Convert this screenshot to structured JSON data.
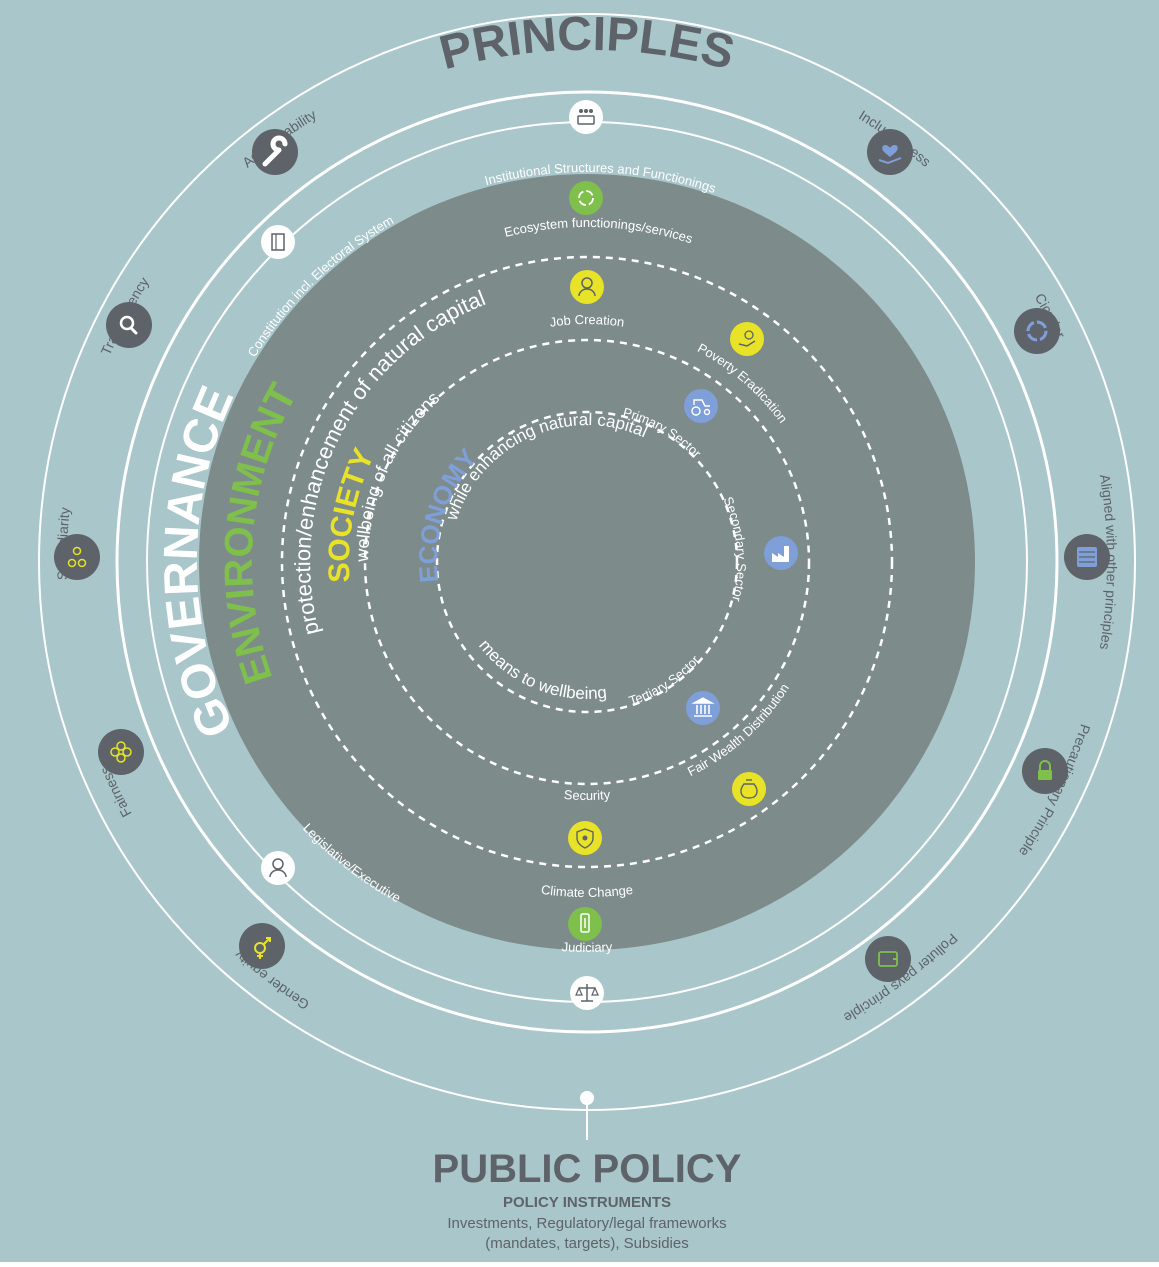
{
  "colors": {
    "background": "#a9c6cb",
    "outer_ring": "#a9c6cb",
    "core": "#7e8b8b",
    "ring_line": "#ffffff",
    "text_grey": "#5d6368",
    "environment_green": "#7fbf4c",
    "society_yellow": "#e8e327",
    "economy_blue": "#7f9fd8",
    "icon_dark": "#5d6368"
  },
  "titles": {
    "principles": "PRINCIPLES",
    "governance": "GOVERNANCE",
    "public_policy": "PUBLIC POLICY",
    "policy_instruments": "POLICY INSTRUMENTS",
    "policy_line1": "Investments, Regulatory/legal frameworks",
    "policy_line2": "(mandates, targets), Subsidies"
  },
  "spheres": {
    "environment": {
      "title": "ENVIRONMENT",
      "subtitle": "protection/enhancement of natural capital"
    },
    "society": {
      "title": "SOCIETY",
      "subtitle": "wellbeing of all citizens"
    },
    "economy": {
      "title": "ECONOMY",
      "subtitle_top": "while enhancing natural capital",
      "subtitle_bottom": "means to wellbeing"
    }
  },
  "principles": [
    {
      "label": "Accountability",
      "icon": "wrench-icon"
    },
    {
      "label": "Inclusiveness",
      "icon": "heart-hand-icon"
    },
    {
      "label": "Transparency",
      "icon": "magnifier-icon"
    },
    {
      "label": "Cicrular",
      "icon": "cycle-icon"
    },
    {
      "label": "Subsidiarity",
      "icon": "hierarchy-icon"
    },
    {
      "label": "Aligned with other principles",
      "icon": "stack-icon"
    },
    {
      "label": "Fairness",
      "icon": "flower-icon"
    },
    {
      "label": "Precautionary Principle",
      "icon": "lock-icon"
    },
    {
      "label": "Gender equity",
      "icon": "gender-icon"
    },
    {
      "label": "Polluter pays principle",
      "icon": "wallet-icon"
    }
  ],
  "governance_items": [
    {
      "label": "Institutional Structures and Functionings",
      "icon": "institution-icon"
    },
    {
      "label": "Constitution incl. Electoral System",
      "icon": "book-icon"
    },
    {
      "label": "Legislative/Executive",
      "icon": "person-icon"
    },
    {
      "label": "Judiciary",
      "icon": "scales-icon"
    }
  ],
  "environment_items": [
    {
      "label": "Ecosystem functionings/services",
      "icon": "eco-cycle-icon"
    },
    {
      "label": "Climate Change",
      "icon": "thermometer-icon"
    }
  ],
  "society_items": [
    {
      "label": "Job Creation",
      "icon": "worker-icon"
    },
    {
      "label": "Poverty Eradication",
      "icon": "hand-coin-icon"
    },
    {
      "label": "Fair Wealth Distribution",
      "icon": "money-bag-icon"
    },
    {
      "label": "Security",
      "icon": "shield-star-icon"
    }
  ],
  "economy_items": [
    {
      "label": "Primary Sector",
      "icon": "tractor-icon"
    },
    {
      "label": "Secondary Sector",
      "icon": "factory-icon"
    },
    {
      "label": "Tertiary Sector",
      "icon": "bank-icon"
    }
  ]
}
